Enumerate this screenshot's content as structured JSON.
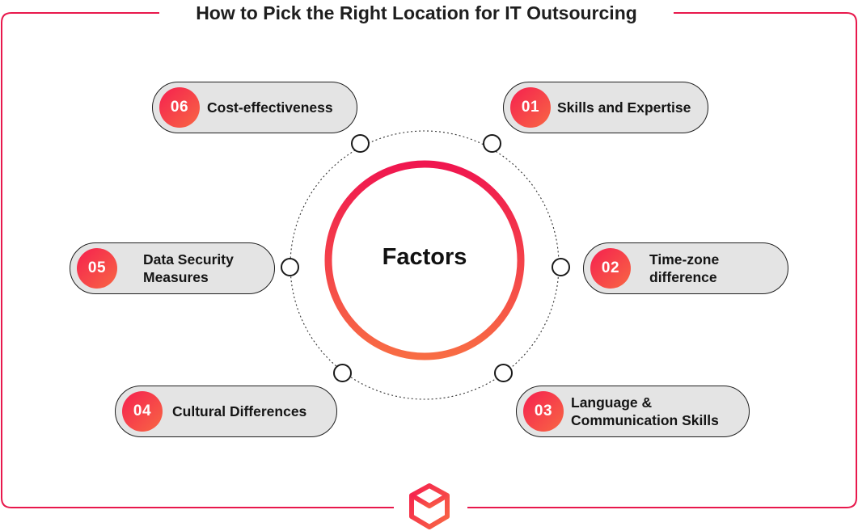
{
  "title": "How to Pick the Right Location for IT Outsourcing",
  "center_label": "Factors",
  "colors": {
    "accent_start": "#f5204f",
    "accent_end": "#f86744",
    "frame": "#e8184c",
    "pill_bg": "#e4e4e4",
    "outline": "#1f1f1f"
  },
  "factors": [
    {
      "number": "01",
      "line1": "Skills and Expertise",
      "line2": ""
    },
    {
      "number": "02",
      "line1": "Time-zone",
      "line2": "difference"
    },
    {
      "number": "03",
      "line1": "Language &",
      "line2": "Communication Skills"
    },
    {
      "number": "04",
      "line1": "Cultural Differences",
      "line2": ""
    },
    {
      "number": "05",
      "line1": "Data Security",
      "line2": "Measures"
    },
    {
      "number": "06",
      "line1": "Cost-effectiveness",
      "line2": ""
    }
  ],
  "logo_icon": "cube-logo-icon"
}
